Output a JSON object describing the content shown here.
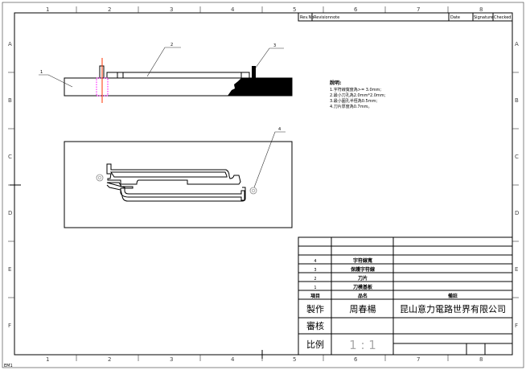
{
  "border": {
    "columns": [
      "1",
      "2",
      "3",
      "4",
      "5",
      "6",
      "7",
      "8"
    ],
    "rows": [
      "A",
      "B",
      "C",
      "D",
      "E",
      "F"
    ],
    "corner_mark": "EM1"
  },
  "revision_block": {
    "headers": [
      "Rev.No",
      "Revisionnote",
      "Date",
      "Signature",
      "Checked"
    ]
  },
  "notes": {
    "title": "說明:",
    "items": [
      "1.字符線寬度為>= 3.0mm;",
      "2.最小刀孔為2.0mm*2.0mm;",
      "3.最小圓孔半徑為0.5mm;",
      "4.刀片厚度為0.7mm。"
    ]
  },
  "callouts": [
    "1",
    "2",
    "3",
    "4"
  ],
  "parts_list": {
    "headers": [
      "項目",
      "品名",
      "備註"
    ],
    "rows": [
      {
        "no": "4",
        "name": "字符線寬",
        "remark": ""
      },
      {
        "no": "3",
        "name": "保護字符線",
        "remark": ""
      },
      {
        "no": "2",
        "name": "刀片",
        "remark": ""
      },
      {
        "no": "1",
        "name": "刀模基板",
        "remark": ""
      }
    ]
  },
  "title_block": {
    "made_by_label": "製作",
    "made_by": "周春楊",
    "company": "昆山意力電路世界有限公司",
    "review_label": "審核",
    "review": "",
    "scale_label": "比例",
    "scale": "1 : 1"
  },
  "colors": {
    "centerline": "#ff3300",
    "hidden": "#ff00ff",
    "line": "#000000"
  }
}
